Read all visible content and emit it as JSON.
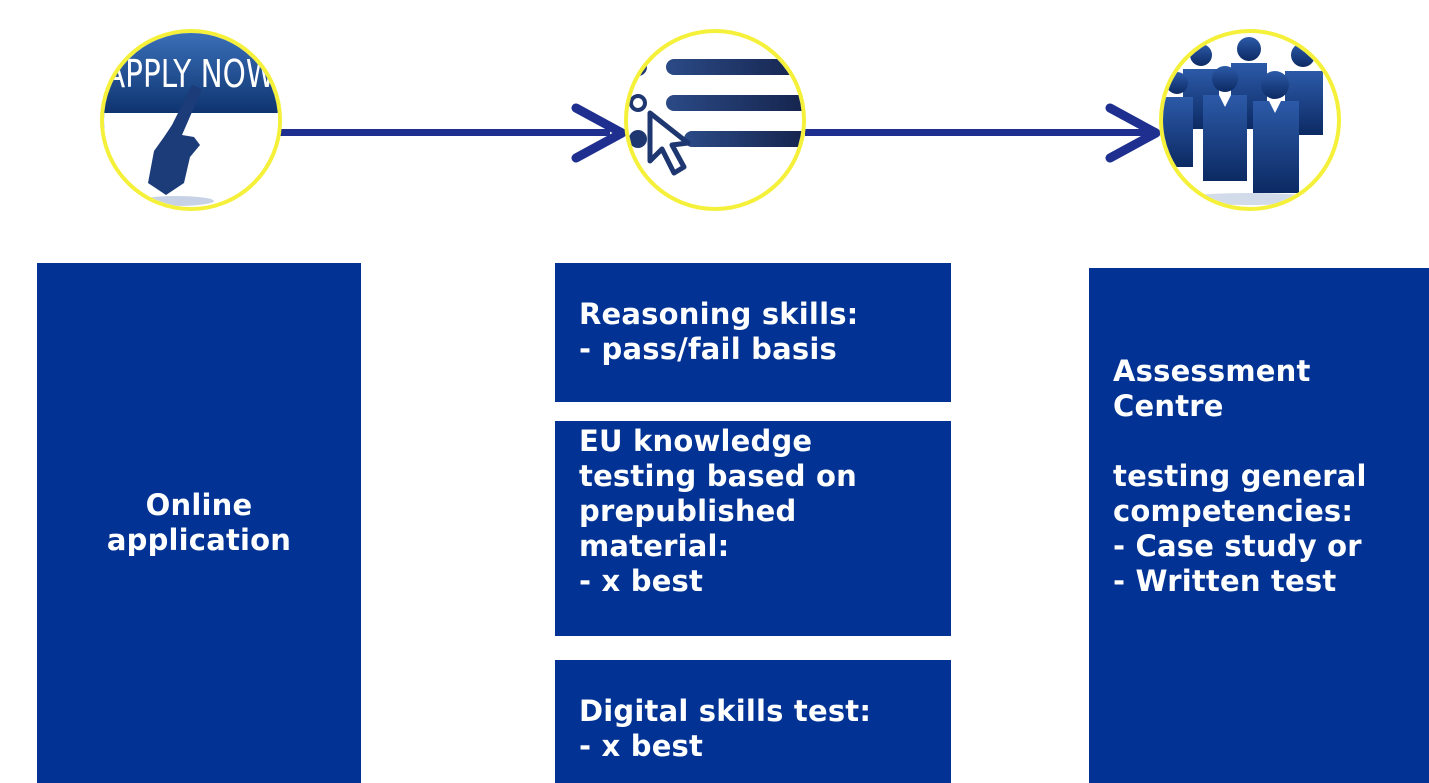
{
  "steps": {
    "icons": {
      "apply": {
        "name": "apply-now-hand-icon",
        "caption": "APPLY NOW"
      },
      "test": {
        "name": "list-cursor-icon"
      },
      "people": {
        "name": "people-group-icon"
      }
    },
    "online": {
      "text": "Online\napplication"
    },
    "reasoning": {
      "text": "Reasoning skills:\n- pass/fail basis"
    },
    "eu_knowledge": {
      "text": "EU knowledge\ntesting based on\nprepublished\nmaterial:\n- x best"
    },
    "digital": {
      "text": "Digital skills test:\n- x best"
    },
    "assessment": {
      "text": "Assessment\nCentre\n\ntesting general\ncompetencies:\n- Case study or\n- Written test"
    }
  },
  "colors": {
    "box_fill": "#023394",
    "box_text": "#ffffff",
    "arrow": "#1e2f8f",
    "circle_border": "#f5f03a"
  }
}
